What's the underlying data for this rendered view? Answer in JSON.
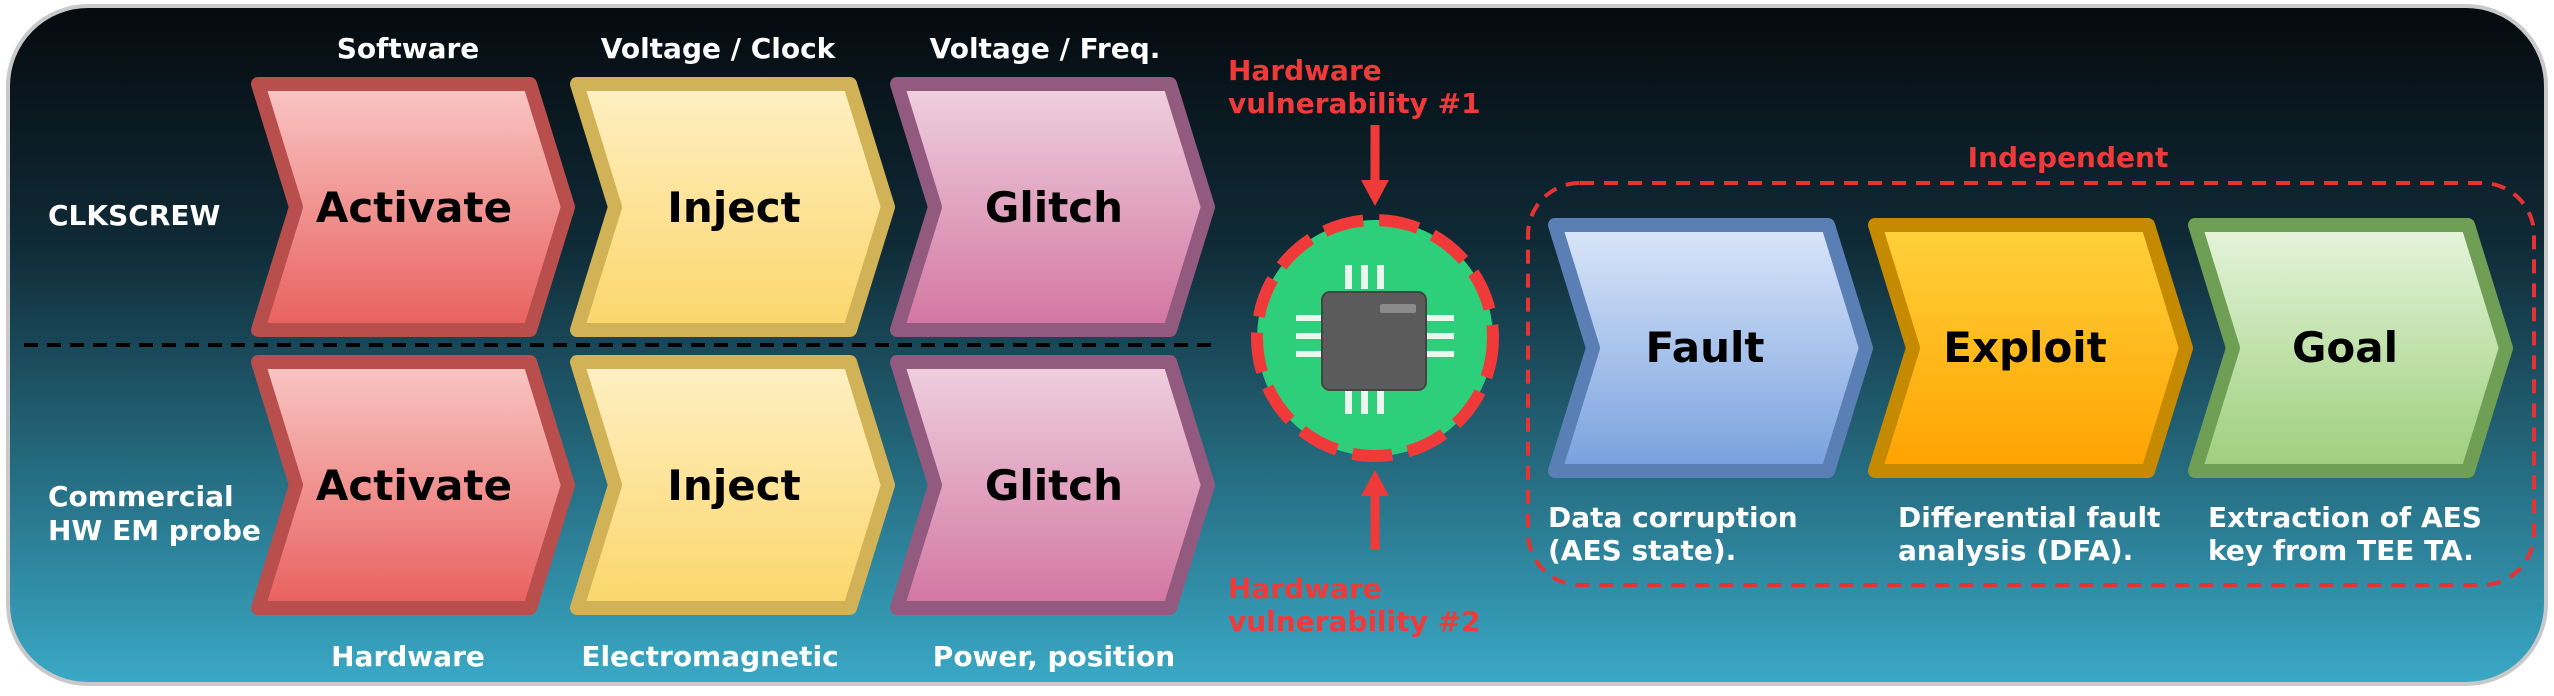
{
  "top_labels": {
    "activate": "Software",
    "inject": "Voltage / Clock",
    "glitch": "Voltage / Freq."
  },
  "bottom_labels": {
    "activate": "Hardware",
    "inject": "Electromagnetic",
    "glitch": "Power, position"
  },
  "rows": {
    "top": {
      "label": "CLKSCREW",
      "steps": [
        "Activate",
        "Inject",
        "Glitch"
      ]
    },
    "bottom": {
      "label_line1": "Commercial",
      "label_line2": "HW EM probe",
      "steps": [
        "Activate",
        "Inject",
        "Glitch"
      ]
    }
  },
  "vulnerability_1": {
    "line1": "Hardware",
    "line2": "vulnerability #1"
  },
  "vulnerability_2": {
    "line1": "Hardware",
    "line2": "vulnerability #2"
  },
  "independent": {
    "label": "Independent",
    "steps": [
      "Fault",
      "Exploit",
      "Goal"
    ],
    "descriptions": [
      {
        "line1": "Data corruption",
        "line2": "(AES state)."
      },
      {
        "line1": "Differential fault",
        "line2": "analysis (DFA)."
      },
      {
        "line1": "Extraction of AES",
        "line2": "key from TEE TA."
      }
    ]
  },
  "colors": {
    "activate": "#e8605e",
    "inject": "#fbe07a",
    "glitch": "#d77fa8",
    "fault": "#7ea6e0",
    "exploit": "#ffb000",
    "goal": "#a3d283",
    "vulnerability": "#f03a3a",
    "chip_circle": "#2ecf7a"
  }
}
